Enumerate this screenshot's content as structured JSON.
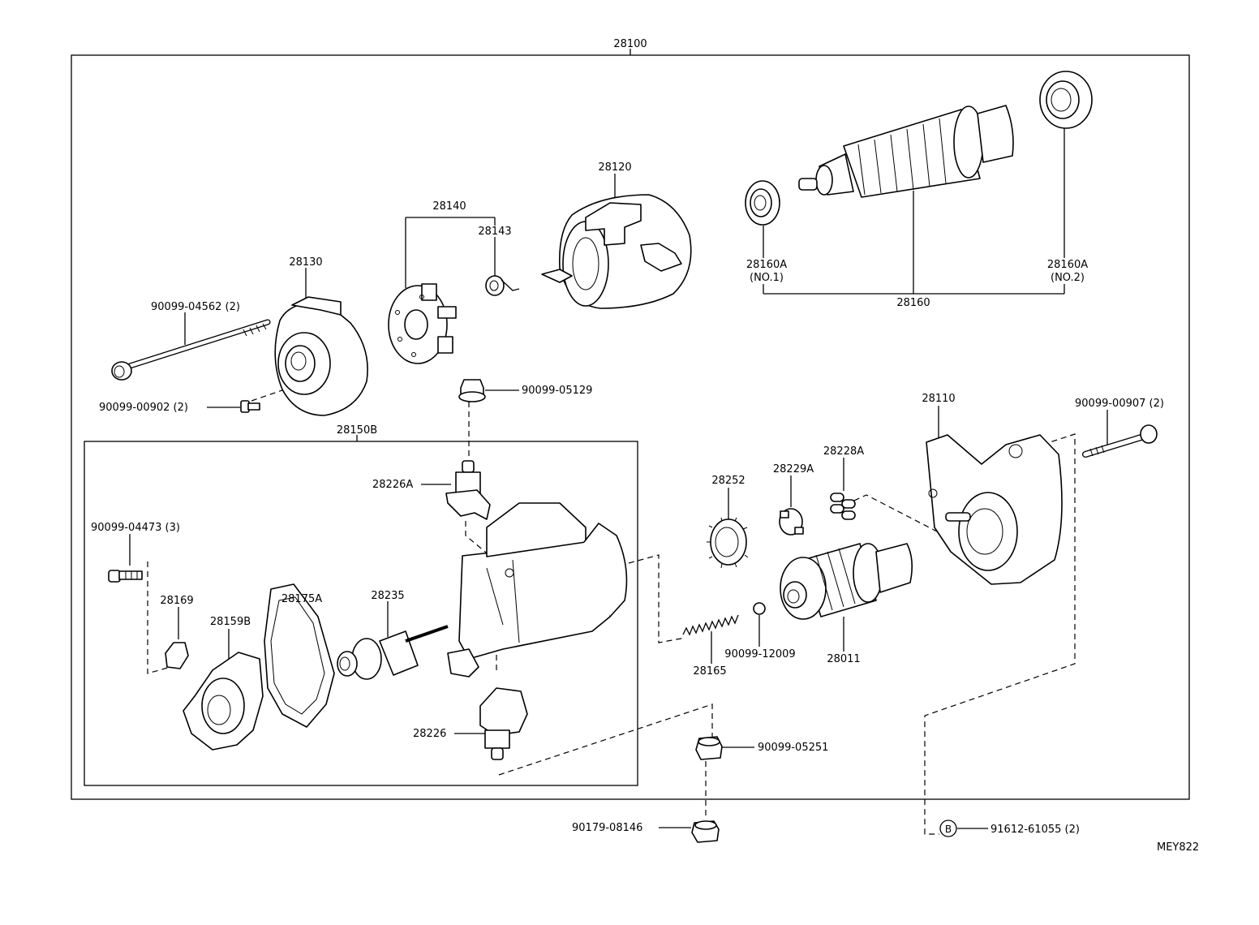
{
  "diagram": {
    "figure_code": "MEY822",
    "labels": {
      "assembly": "28100",
      "housing_end": "28130",
      "bolt_long": "90099-04562 (2)",
      "screw_small": "90099-00902 (2)",
      "brush_holder": "28140",
      "brush_spring": "28143",
      "yoke": "28120",
      "bearing_no1": "28160A",
      "bearing_no1_sub": "(NO.1)",
      "armature_group": "28160",
      "bearing_no2": "28160A",
      "bearing_no2_sub": "(NO.2)",
      "nut_top": "90099-05129",
      "solenoid_group": "28150B",
      "terminal_a": "28226A",
      "screw_three": "90099-04473 (3)",
      "clip": "28169",
      "cover": "28159B",
      "gasket": "28175A",
      "plunger": "28235",
      "terminal": "28226",
      "idle_gear": "28252",
      "retainer": "28229A",
      "rollers": "28228A",
      "spring": "28165",
      "ball": "90099-12009",
      "clutch": "28011",
      "drive_housing": "28110",
      "bolt_right": "90099-00907 (2)",
      "nut_mid": "90099-05251",
      "nut_bottom": "90179-08146",
      "bolt_marker": "B",
      "bolt_bottom": "91612-61055 (2)"
    }
  }
}
